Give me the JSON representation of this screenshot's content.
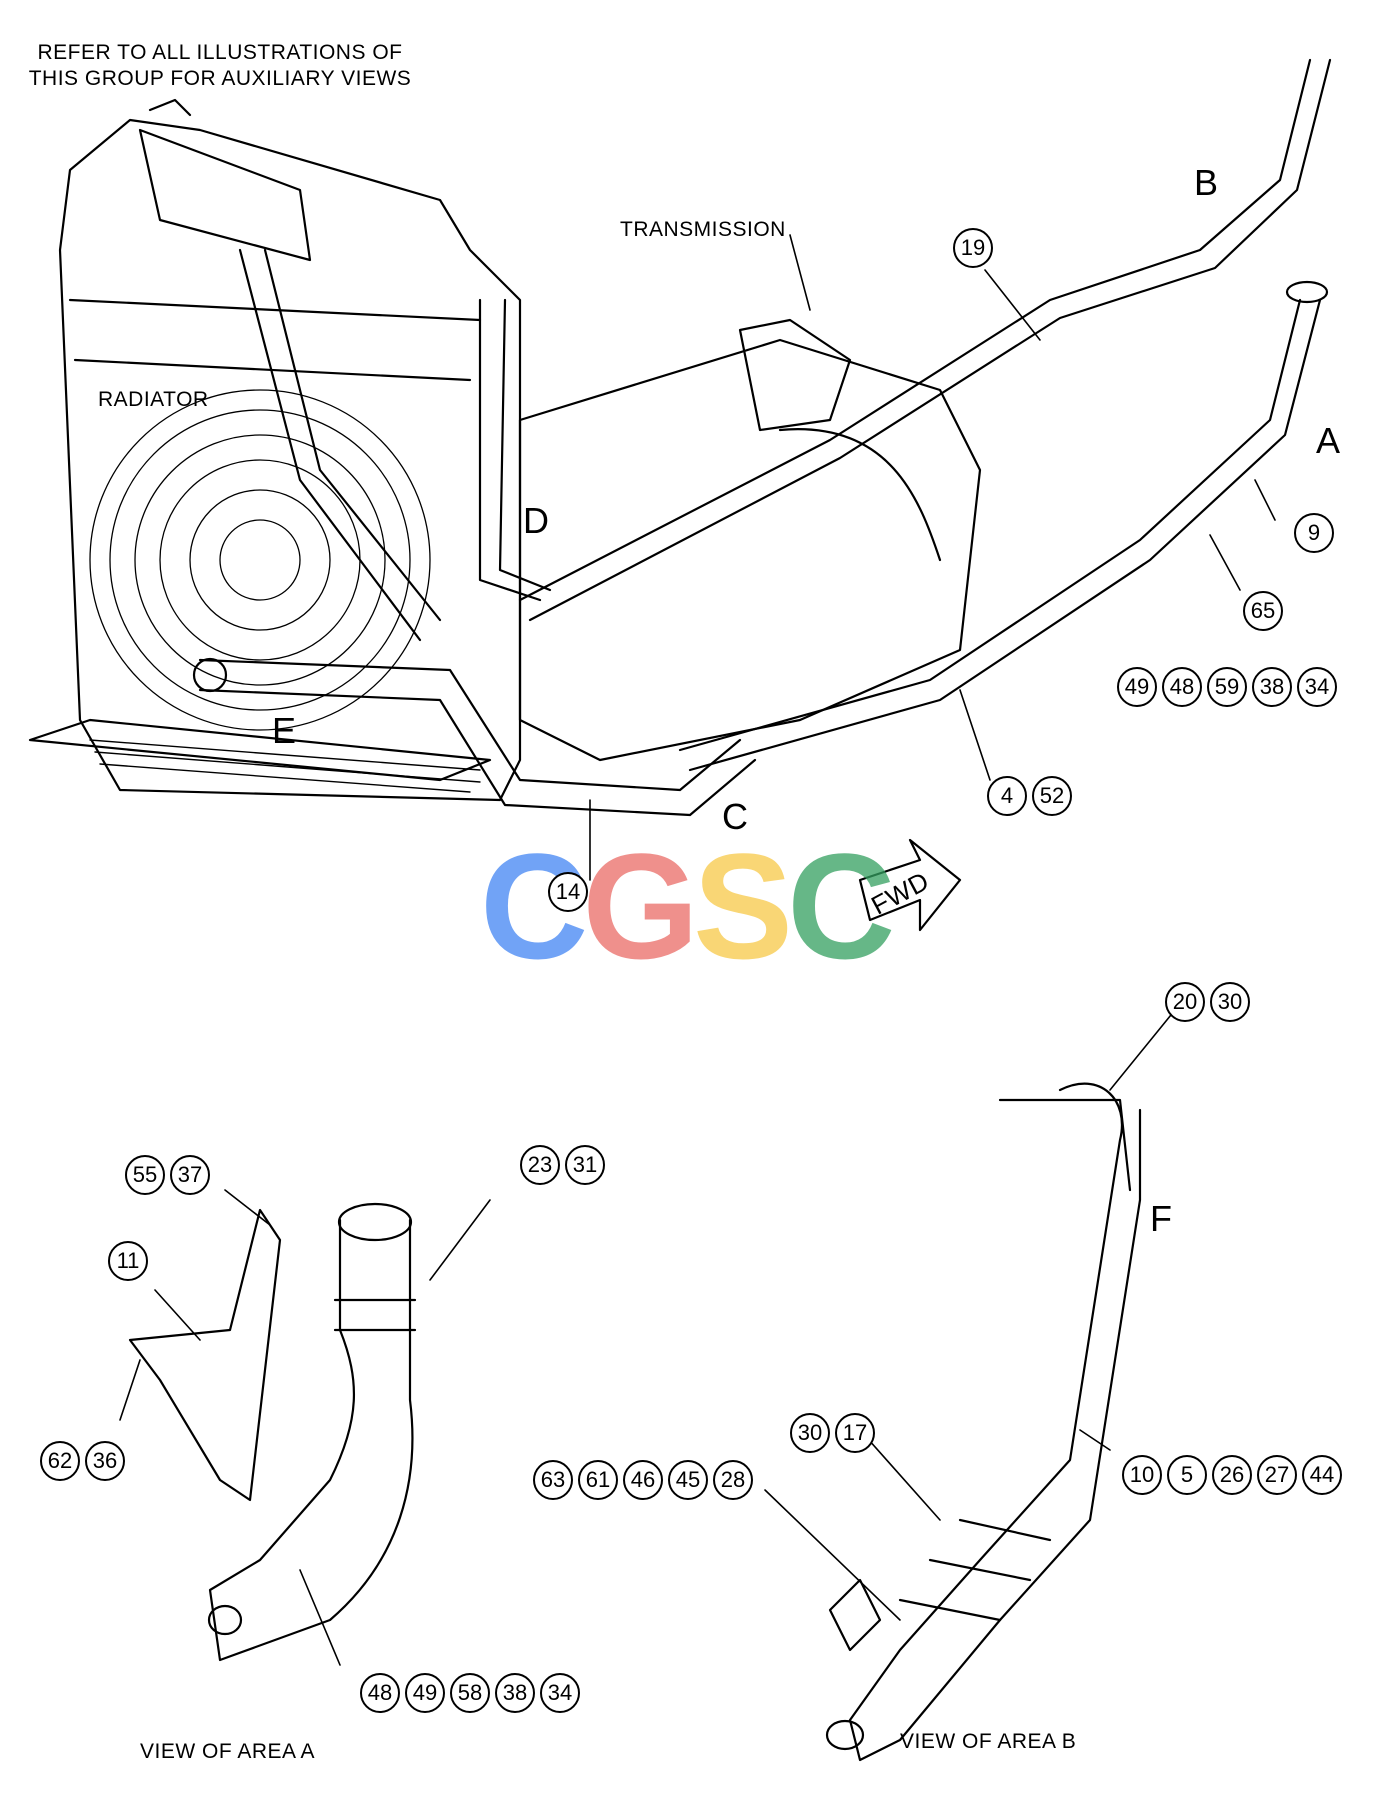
{
  "note": [
    "REFER TO ALL ILLUSTRATIONS OF",
    "THIS GROUP FOR AUXILIARY VIEWS"
  ],
  "labels": {
    "transmission": "TRANSMISSION",
    "radiator": "RADIATOR"
  },
  "areas": {
    "A": "A",
    "B": "B",
    "C": "C",
    "D": "D",
    "E": "E",
    "F": "F"
  },
  "callouts": {
    "c19": "19",
    "c9": "9",
    "c65": "65",
    "g1": [
      "49",
      "48",
      "59",
      "38",
      "34"
    ],
    "g2": [
      "4",
      "52"
    ],
    "c14": "14",
    "g3": [
      "20",
      "30"
    ],
    "g4": [
      "55",
      "37"
    ],
    "g5": [
      "23",
      "31"
    ],
    "c11": "11",
    "g6": [
      "62",
      "36"
    ],
    "g7": [
      "30",
      "17"
    ],
    "g8": [
      "10",
      "5",
      "26",
      "27",
      "44"
    ],
    "g9": [
      "63",
      "61",
      "46",
      "45",
      "28"
    ],
    "g10": [
      "48",
      "49",
      "58",
      "38",
      "34"
    ]
  },
  "views": {
    "a": "VIEW OF AREA A",
    "b": "VIEW OF AREA B"
  },
  "fwd": "FWD",
  "watermark": {
    "letters": [
      "C",
      "G",
      "S",
      "C"
    ],
    "colors": [
      "#4285f4",
      "#ea6b66",
      "#f7c948",
      "#34a060"
    ]
  }
}
